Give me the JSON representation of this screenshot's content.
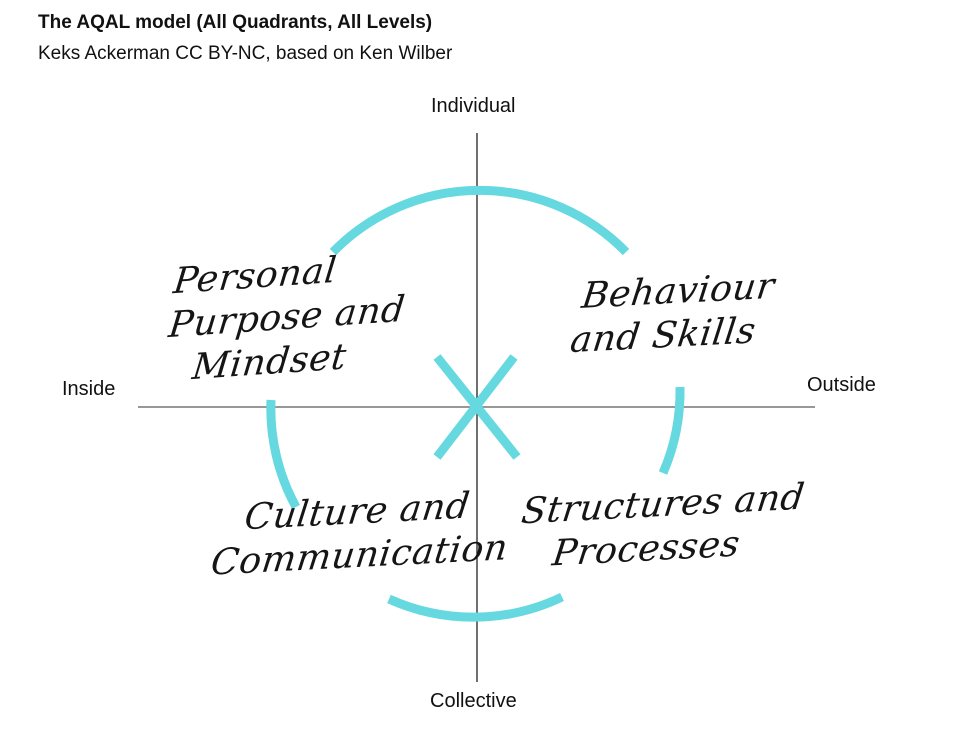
{
  "header": {
    "title": "The AQAL model (All Quadrants, All Levels)",
    "subtitle": "Keks Ackerman CC BY-NC, based on Ken Wilber"
  },
  "axes": {
    "top": "Individual",
    "bottom": "Collective",
    "left": "Inside",
    "right": "Outside"
  },
  "quadrants": {
    "top_left": [
      "Personal",
      "Purpose and",
      "Mindset"
    ],
    "top_right": [
      "Behaviour",
      "and Skills"
    ],
    "bottom_left": [
      "Culture and",
      "Communication"
    ],
    "bottom_right": [
      "Structures and",
      "Processes"
    ]
  },
  "colors": {
    "accent": "#66d8df",
    "axis_line": "#222222",
    "text": "#111111"
  }
}
